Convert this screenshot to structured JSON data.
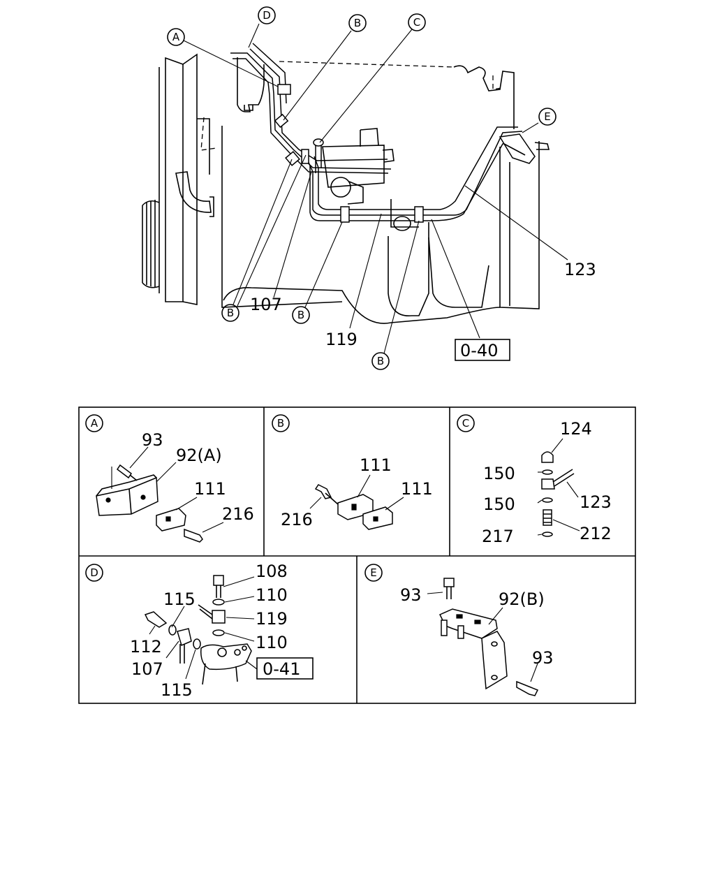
{
  "callouts": {
    "A": "A",
    "B": "B",
    "C": "C",
    "D": "D",
    "E": "E"
  },
  "main": {
    "labels": {
      "p107": "107",
      "p119": "119",
      "p123": "123"
    },
    "ref_box": "0-40"
  },
  "details": {
    "A": {
      "title": "A",
      "labels": {
        "p93": "93",
        "p92a": "92(A)",
        "p111": "111",
        "p216": "216"
      }
    },
    "B": {
      "title": "B",
      "labels": {
        "p111a": "111",
        "p111b": "111",
        "p216": "216"
      }
    },
    "C": {
      "title": "C",
      "labels": {
        "p124": "124",
        "p150a": "150",
        "p150b": "150",
        "p123": "123",
        "p217": "217",
        "p212": "212"
      }
    },
    "D": {
      "title": "D",
      "labels": {
        "p108": "108",
        "p115a": "115",
        "p110a": "110",
        "p119": "119",
        "p112": "112",
        "p110b": "110",
        "p107": "107",
        "p115b": "115"
      },
      "ref_box": "0-41"
    },
    "E": {
      "title": "E",
      "labels": {
        "p93a": "93",
        "p92b": "92(B)",
        "p93b": "93"
      }
    }
  }
}
